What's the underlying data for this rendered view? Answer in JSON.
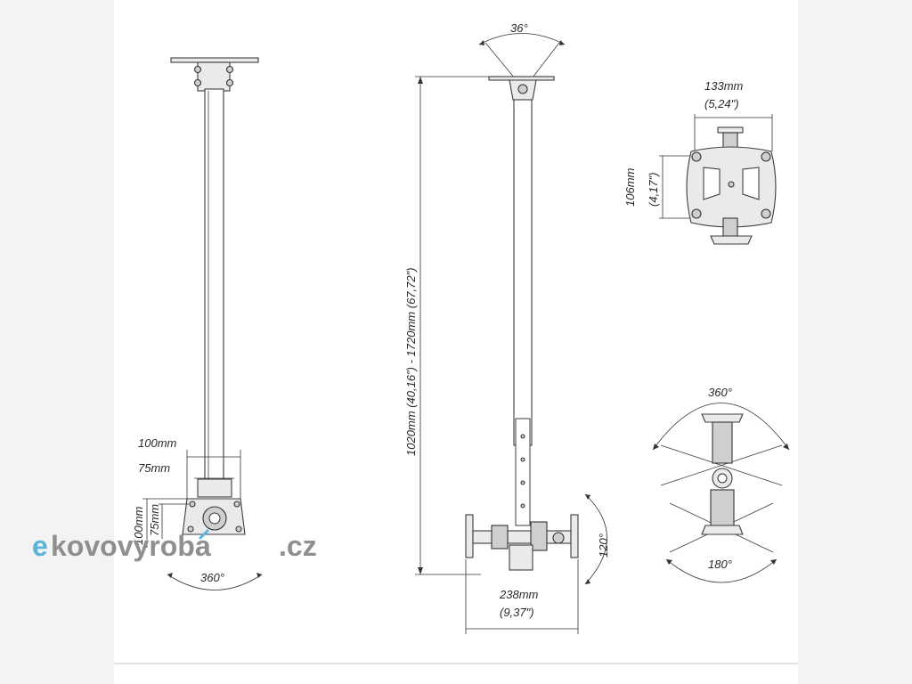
{
  "diagram": {
    "left_view": {
      "dim_top": "100mm",
      "dim_inner": "75mm",
      "dim_vert_outer": "100mm",
      "dim_vert_inner": "75mm",
      "rotation": "360°"
    },
    "side_view": {
      "tilt_top": "36°",
      "height_range": "1020mm (40,16\") - 1720mm (67,72\")",
      "width_mm": "238mm",
      "width_in": "(9,37\")",
      "tilt_side": "120°"
    },
    "plate_view": {
      "width_mm": "133mm",
      "width_in": "(5,24\")",
      "height_mm": "106mm",
      "height_in": "(4,17\")"
    },
    "swivel_view": {
      "rotation_top": "360°",
      "rotation_bottom": "180°"
    }
  },
  "watermark": {
    "text_e": "e",
    "text_rest": "kovovyroba",
    "text_cz": ".cz",
    "color_e": "#59b4dd",
    "color_rest": "#8f8f8f"
  }
}
